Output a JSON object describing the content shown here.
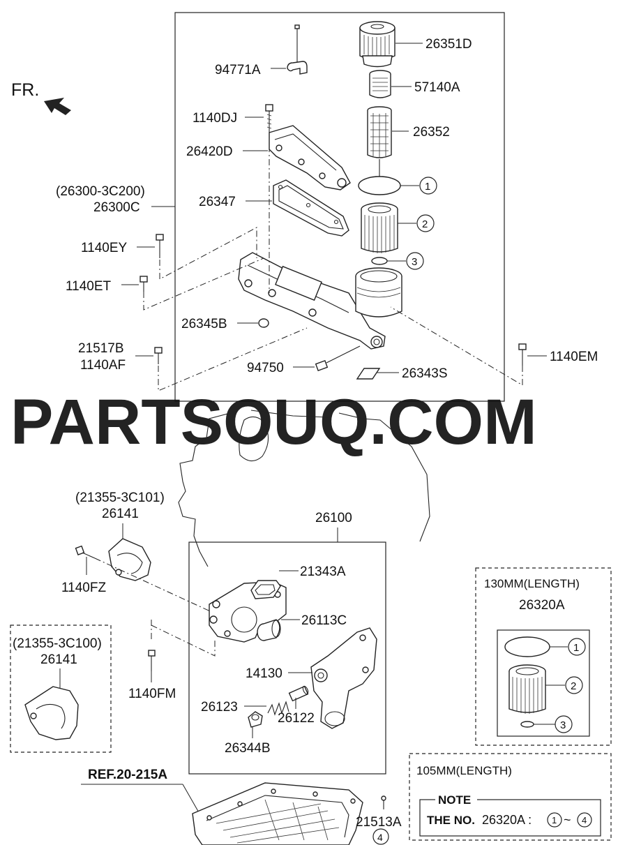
{
  "watermark": "PARTSOUQ.COM",
  "direction_label": "FR.",
  "labels": {
    "p26351D": "26351D",
    "p94771A": "94771A",
    "p57140A": "57140A",
    "p1140DJ": "1140DJ",
    "p26352": "26352",
    "p26420D": "26420D",
    "p26300_ref": "(26300-3C200)",
    "p26300C": "26300C",
    "p26347": "26347",
    "p1140EY": "1140EY",
    "p1140ET": "1140ET",
    "p26345B": "26345B",
    "p21517B": "21517B",
    "p1140AF": "1140AF",
    "p94750": "94750",
    "p26343S": "26343S",
    "p1140EM": "1140EM",
    "p26100": "26100",
    "p21355_ref1": "(21355-3C101)",
    "p26141_1": "26141",
    "p1140FZ": "1140FZ",
    "p21343A": "21343A",
    "p26113C": "26113C",
    "p21355_ref2": "(21355-3C100)",
    "p26141_2": "26141",
    "p14130": "14130",
    "p1140FM": "1140FM",
    "p26123": "26123",
    "p26122": "26122",
    "p26344B": "26344B",
    "p130mm": "130MM(LENGTH)",
    "p26320A": "26320A",
    "p105mm": "105MM(LENGTH)",
    "ref": "REF.20-215A",
    "p21513A": "21513A"
  },
  "callouts": {
    "c1": "1",
    "c2": "2",
    "c3": "3",
    "c4": "4",
    "k1": "1",
    "k2": "2",
    "k3": "3"
  },
  "note": {
    "title": "NOTE",
    "prefix": "THE NO.",
    "part": "26320A :",
    "from": "1",
    "tilde": "~",
    "to": "4"
  },
  "colors": {
    "line": "#222222",
    "watermark": "#c8c8c8",
    "background": "#ffffff"
  }
}
